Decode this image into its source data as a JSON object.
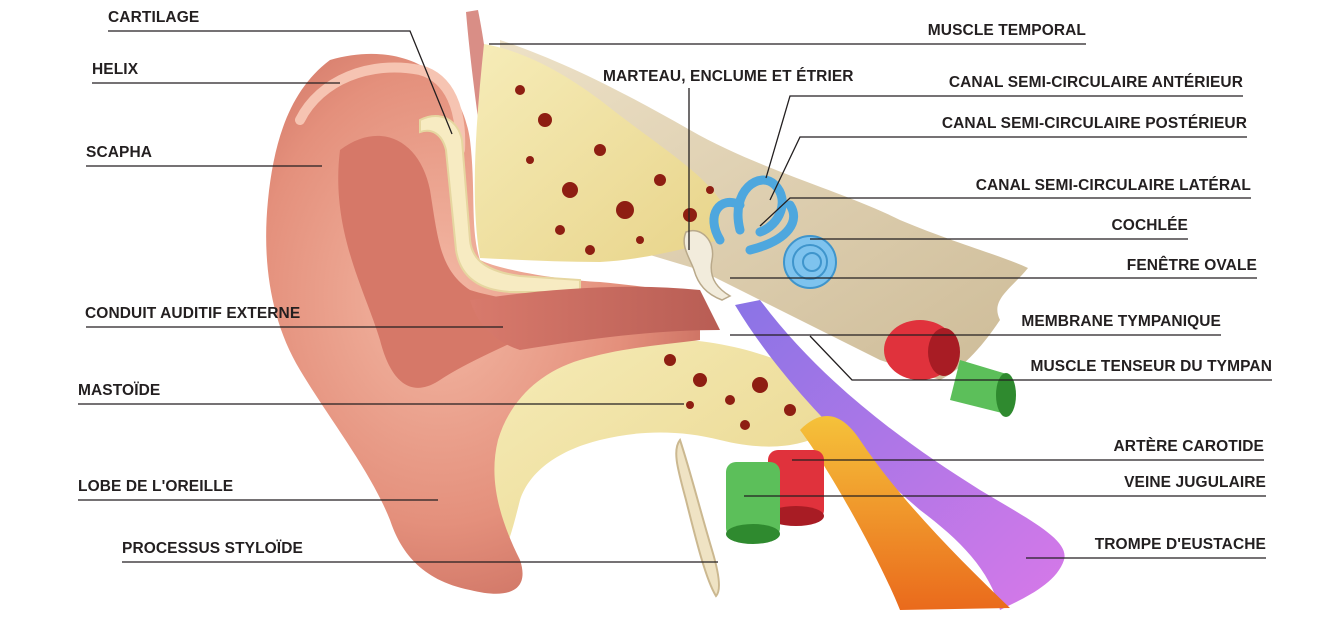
{
  "diagram": {
    "labels_left": {
      "cartilage": "CARTILAGE",
      "helix": "HELIX",
      "scapha": "SCAPHA",
      "conduit": "CONDUIT AUDITIF EXTERNE",
      "mastoide": "MASTOÏDE",
      "lobe": "LOBE DE L'OREILLE",
      "styloide": "PROCESSUS STYLOÏDE"
    },
    "labels_right": {
      "temporal": "MUSCLE TEMPORAL",
      "osselets": "MARTEAU, ENCLUME ET ÉTRIER",
      "canal_ant": "CANAL SEMI-CIRCULAIRE ANTÉRIEUR",
      "canal_post": "CANAL SEMI-CIRCULAIRE POSTÉRIEUR",
      "canal_lat": "CANAL SEMI-CIRCULAIRE LATÉRAL",
      "cochlee": "COCHLÉE",
      "fenetre": "FENÊTRE OVALE",
      "membrane": "MEMBRANE TYMPANIQUE",
      "tenseur": "MUSCLE TENSEUR DU TYMPAN",
      "carotide": "ARTÈRE CAROTIDE",
      "jugulaire": "VEINE JUGULAIRE",
      "eustache": "TROMPE D'EUSTACHE"
    },
    "colors": {
      "skin": "#e79a86",
      "skin_dark": "#c8695a",
      "bone": "#f1e3a3",
      "bone_spot": "#8e1e12",
      "semicircular": "#5aaee0",
      "cochlea": "#7ec3ee",
      "artery": "#e0323c",
      "vein": "#5cbf5a",
      "eustachian": "#c86ae0",
      "muscle": "#f29a22",
      "leader": "#231f20"
    }
  }
}
